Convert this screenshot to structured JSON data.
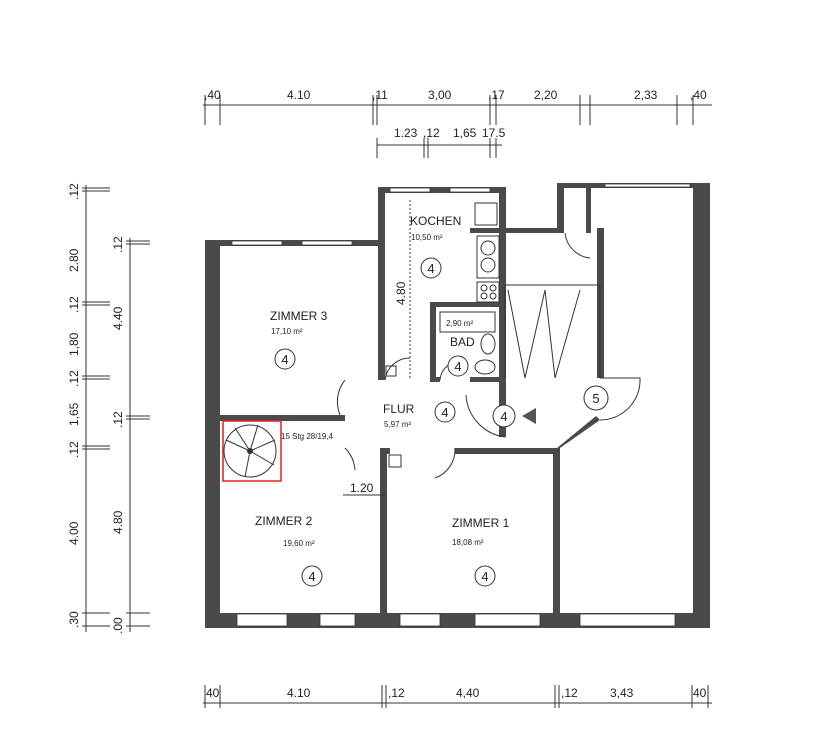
{
  "dimensions": {
    "top_row1": [
      ",40",
      "4.10",
      ",11",
      "3,00",
      ",17",
      "2,20",
      "2,33",
      ",40"
    ],
    "top_row2": [
      "1.23",
      ",12",
      "1,65",
      "17.5"
    ],
    "left_col1": [
      ".12",
      "2.80",
      ".12",
      "1,80",
      ".12",
      "1,65",
      ".12",
      "4.00",
      ".30"
    ],
    "left_col2": [
      ".12",
      "4.40",
      ".12",
      "4.80",
      ".00"
    ],
    "bottom_row": [
      "40",
      "4.10",
      ",12",
      "4,40",
      ",12",
      "3,43",
      "40"
    ],
    "kitchen_width": "4.80",
    "door_offset": "1.20"
  },
  "rooms": {
    "kochen": {
      "name": "KOCHEN",
      "area": "10,50 m²",
      "marker": "4"
    },
    "zimmer3": {
      "name": "ZIMMER 3",
      "area": "17,10 m²",
      "marker": "4"
    },
    "bad": {
      "name": "BAD",
      "area": "2,90 m²",
      "marker": "4"
    },
    "flur": {
      "name": "FLUR",
      "area": "5,97 m²",
      "marker": "4"
    },
    "zimmer2": {
      "name": "ZIMMER 2",
      "area": "19,60 m²",
      "marker": "4"
    },
    "zimmer1": {
      "name": "ZIMMER 1",
      "area": "18,08 m²",
      "marker": "4"
    },
    "landing": {
      "marker": "4"
    },
    "staircase": {
      "marker": "5"
    }
  },
  "stair_label": "15 Stg 28/19,4",
  "colors": {
    "wall": "#4a4a4a",
    "stair_outline": "#e02020"
  }
}
